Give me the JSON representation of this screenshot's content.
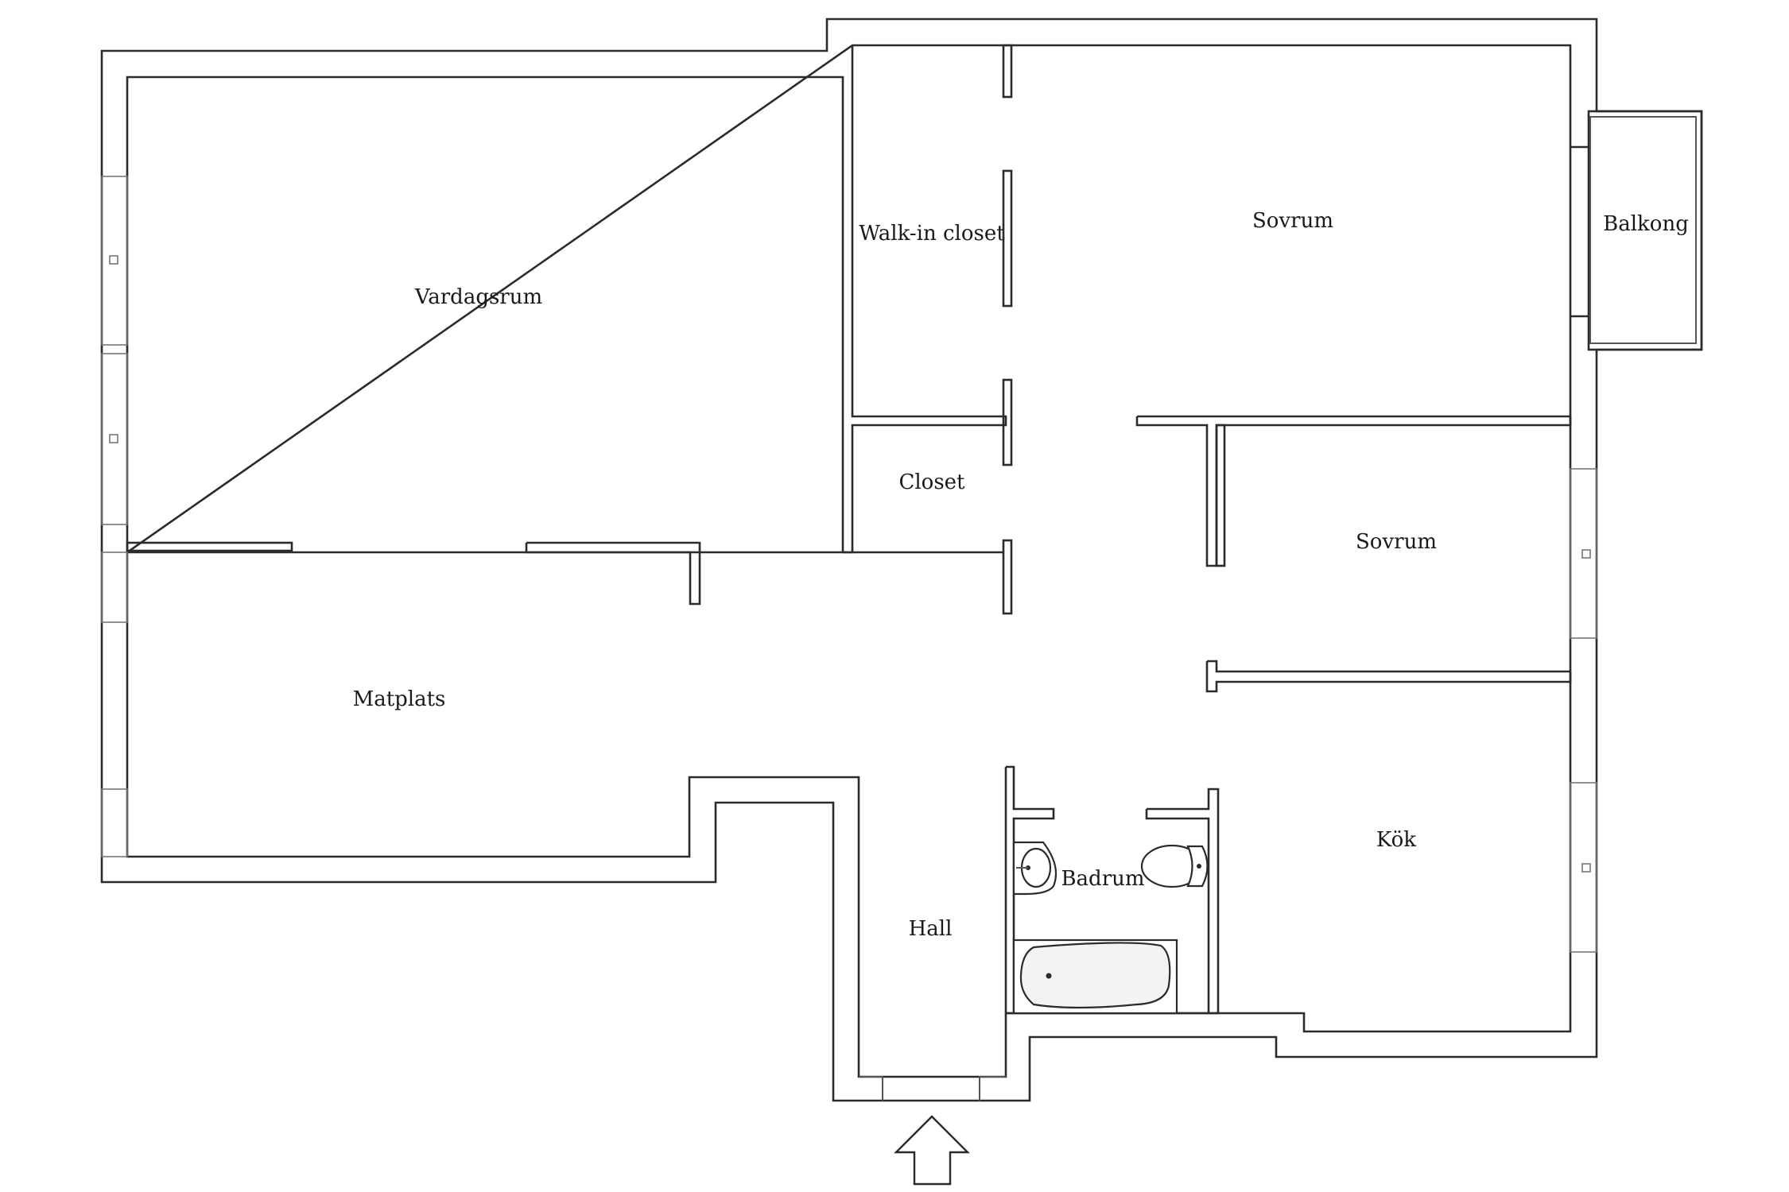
{
  "rooms": {
    "vardagsrum": "Vardagsrum",
    "matplats": "Matplats",
    "walk_in_closet": "Walk-in closet",
    "closet": "Closet",
    "sovrum_1": "Sovrum",
    "sovrum_2": "Sovrum",
    "balkong": "Balkong",
    "kok": "Kök",
    "badrum": "Badrum",
    "hall": "Hall"
  },
  "icons": {
    "entrance": "up-arrow-icon",
    "sink": "sink-icon",
    "toilet": "toilet-icon",
    "bathtub": "bathtub-icon"
  },
  "colors": {
    "wall": "#2b2b2b",
    "background": "#ffffff",
    "label": "#1a1a1a"
  }
}
